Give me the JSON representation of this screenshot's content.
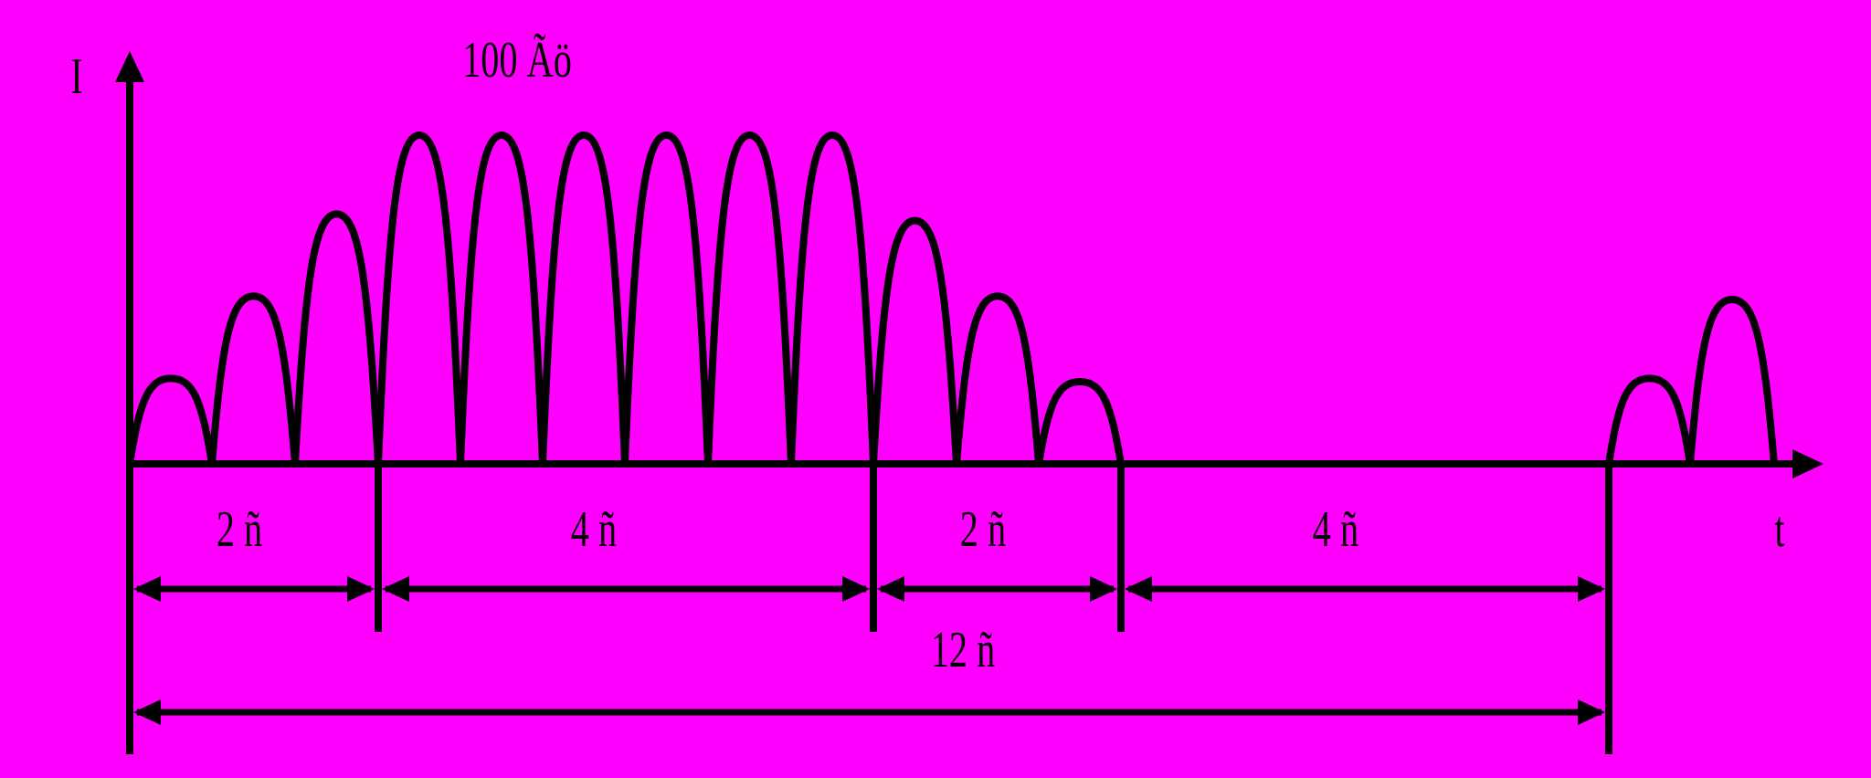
{
  "colors": {
    "background": "#ff00ff",
    "ink": "#000000"
  },
  "diagram": {
    "y_axis_label": "I",
    "x_axis_label": "t",
    "frequency_label": "100 Ãö",
    "segments": [
      {
        "label": "2 ñ",
        "phase": "ramp-up"
      },
      {
        "label": "4 ñ",
        "phase": "full"
      },
      {
        "label": "2 ñ",
        "phase": "ramp-down"
      },
      {
        "label": "4 ñ",
        "phase": "pause"
      }
    ],
    "total_label": "12 ñ",
    "pulse_levels": {
      "relative_peaks": [
        0.26,
        0.51,
        0.76,
        1.0,
        1.0,
        1.0,
        1.0,
        1.0,
        1.0,
        0.74,
        0.51,
        0.25,
        0.26,
        0.5
      ],
      "groups": [
        "ramp-up",
        "ramp-up",
        "ramp-up",
        "full",
        "full",
        "full",
        "full",
        "full",
        "full",
        "ramp-down",
        "ramp-down",
        "ramp-down",
        "next-cycle",
        "next-cycle"
      ]
    }
  }
}
